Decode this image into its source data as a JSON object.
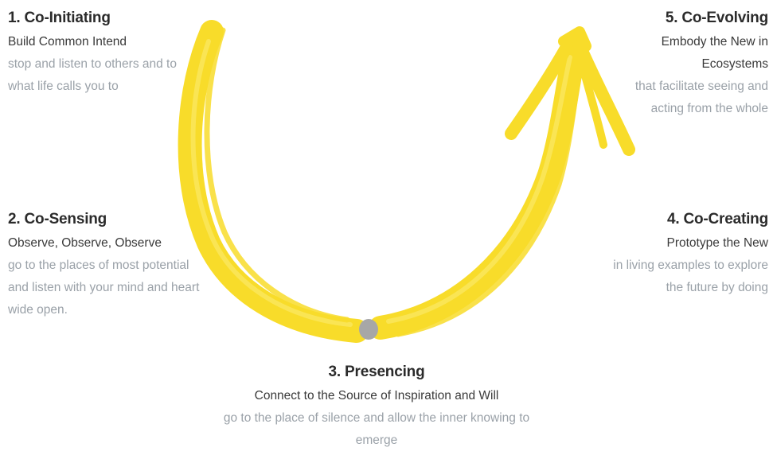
{
  "stages": [
    {
      "title": "1. Co-Initiating",
      "subtitle": "Build Common Intend",
      "description": "stop and listen to others and to what life calls you to"
    },
    {
      "title": "2. Co-Sensing",
      "subtitle": "Observe, Observe, Observe",
      "description": "go to the places of most potential and listen with your mind and heart wide open."
    },
    {
      "title": "3. Presencing",
      "subtitle": "Connect to the Source of Inspiration and Will",
      "description": "go to the place of silence and allow the inner knowing to emerge"
    },
    {
      "title": "4. Co-Creating",
      "subtitle": "Prototype the New",
      "description": "in living examples to explore the future by doing"
    },
    {
      "title": "5. Co-Evolving",
      "subtitle": "Embody the New in Ecosystems",
      "description": "that facilitate seeing and acting from the whole"
    }
  ],
  "colors": {
    "curve": "#f8dc2a",
    "curve_light": "#fbe867",
    "bottom_dot": "#a7a7a7",
    "title_text": "#2b2b2b",
    "subtitle_text": "#3a3a3a",
    "description_text": "#9aa1a8"
  }
}
